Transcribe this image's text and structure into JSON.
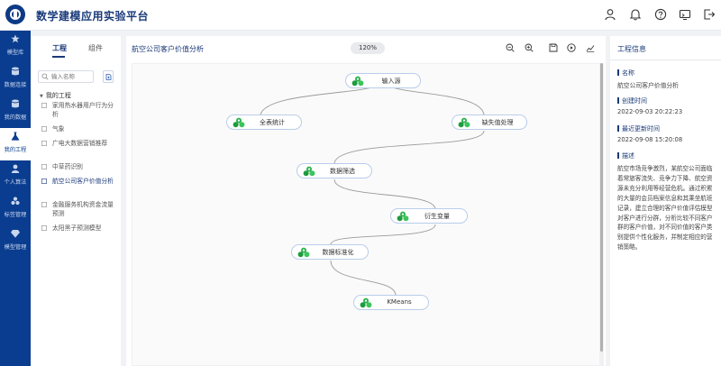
{
  "header": {
    "title": "数学建模应用实验平台",
    "icons": [
      "user-icon",
      "bell-icon",
      "help-icon",
      "screen-icon",
      "logout-icon"
    ]
  },
  "nav": {
    "items": [
      {
        "label": "模型库",
        "icon": "star-icon"
      },
      {
        "label": "数据连接",
        "icon": "database-icon"
      },
      {
        "label": "我的数据",
        "icon": "database-icon"
      },
      {
        "label": "我的工程",
        "icon": "flask-icon",
        "active": true
      },
      {
        "label": "个人算法",
        "icon": "user-icon"
      },
      {
        "label": "标签管理",
        "icon": "tags-icon"
      },
      {
        "label": "模型管理",
        "icon": "diamond-icon"
      }
    ]
  },
  "tree": {
    "tab_project": "工程",
    "tab_component": "组件",
    "search_placeholder": "输入名称",
    "root": "我的工程",
    "items": [
      {
        "label": "家用热水器用户行为分析"
      },
      {
        "label": "气象"
      },
      {
        "label": "广电大数据营销推荐"
      },
      {
        "label": "中草药识别"
      },
      {
        "label": "航空公司客户价值分析",
        "selected": true
      },
      {
        "label": "金融服务机构资金流量预测"
      },
      {
        "label": "太阳黑子预测模型"
      }
    ]
  },
  "canvas": {
    "title": "航空公司客户价值分析",
    "zoom": "120%",
    "nodes": [
      {
        "id": "input",
        "label": "输入源"
      },
      {
        "id": "stats",
        "label": "全表统计"
      },
      {
        "id": "missing",
        "label": "缺失值处理"
      },
      {
        "id": "filter",
        "label": "数据筛选"
      },
      {
        "id": "derive",
        "label": "衍生变量"
      },
      {
        "id": "normalize",
        "label": "数据标准化"
      },
      {
        "id": "kmeans",
        "label": "KMeans"
      }
    ]
  },
  "info": {
    "title": "工程信息",
    "name_label": "名称",
    "name_value": "航空公司客户价值分析",
    "created_label": "创建时间",
    "created_value": "2022-09-03 20:22:23",
    "updated_label": "最近更新时间",
    "updated_value": "2022-09-08 15:20:08",
    "desc_label": "描述",
    "desc_value": "航空市场竞争激烈，某航空公司面临着常旅客流失、竞争力下降、航空资源未充分利用等经营危机。通过积累的大量的会员档案信息和其乘坐航班记录，建立合理的客户价值评估模型对客户进行分群，分析比较不同客户群的客户价值，对不同价值的客户类别提供个性化服务，并制定相应的营销策略。"
  }
}
